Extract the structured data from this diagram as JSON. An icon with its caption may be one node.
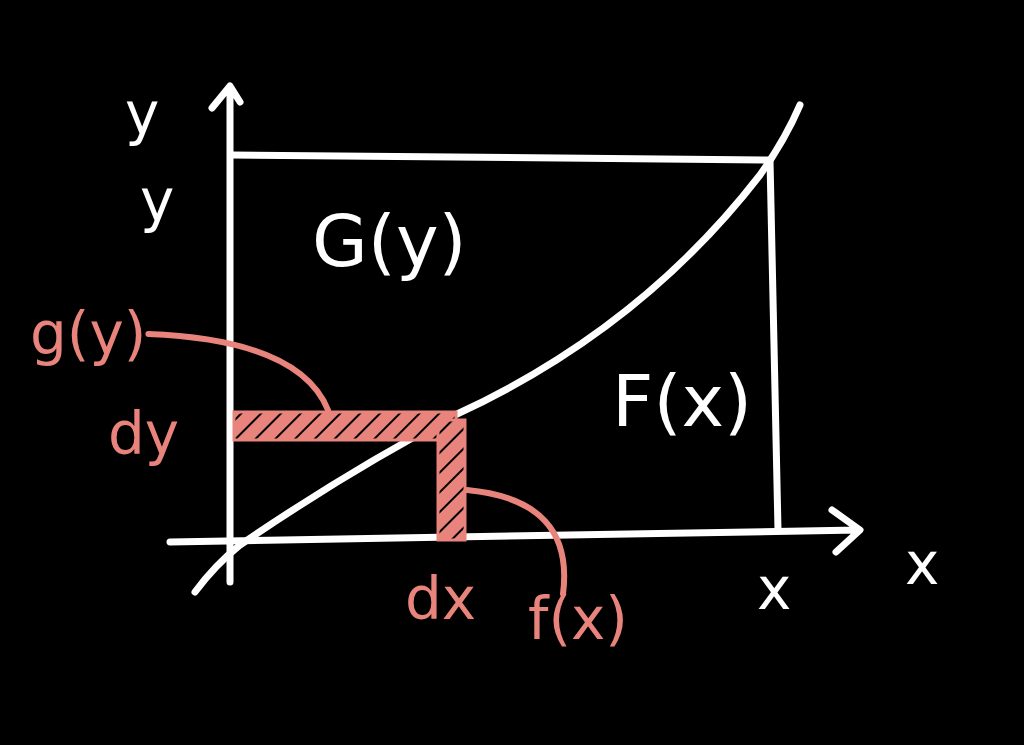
{
  "diagram": {
    "nodes": [
      {
        "text": [
          "g(y)"
        ]
      },
      {
        "text": [],
        "shape": "bar"
      },
      {
        "text": [
          "f(x)"
        ]
      },
      {
        "text": [],
        "shape": "bar"
      }
    ],
    "edges": [
      {
        "from": 0,
        "to": 1,
        "arrow": "none"
      },
      {
        "from": 2,
        "to": 3,
        "arrow": "none"
      }
    ],
    "labels": [
      "y",
      "y",
      "G(y)",
      "F(x)",
      "dy",
      "dx",
      "x",
      "x"
    ]
  }
}
